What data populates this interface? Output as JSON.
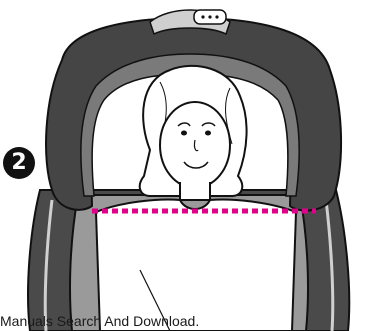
{
  "step": {
    "number": "2"
  },
  "colors": {
    "seat_dark": "#3a3a3a",
    "seat_mid": "#8a8a8a",
    "seat_light": "#c8c8c8",
    "headrest_inner": "#6a6a6a",
    "marker_line": "#e0008a",
    "outline": "#111111"
  },
  "icons": {
    "step_badge": "circled-number-2",
    "headrest_button": "three-dot-button"
  },
  "watermark": {
    "text": "Manuals Search And Download."
  }
}
